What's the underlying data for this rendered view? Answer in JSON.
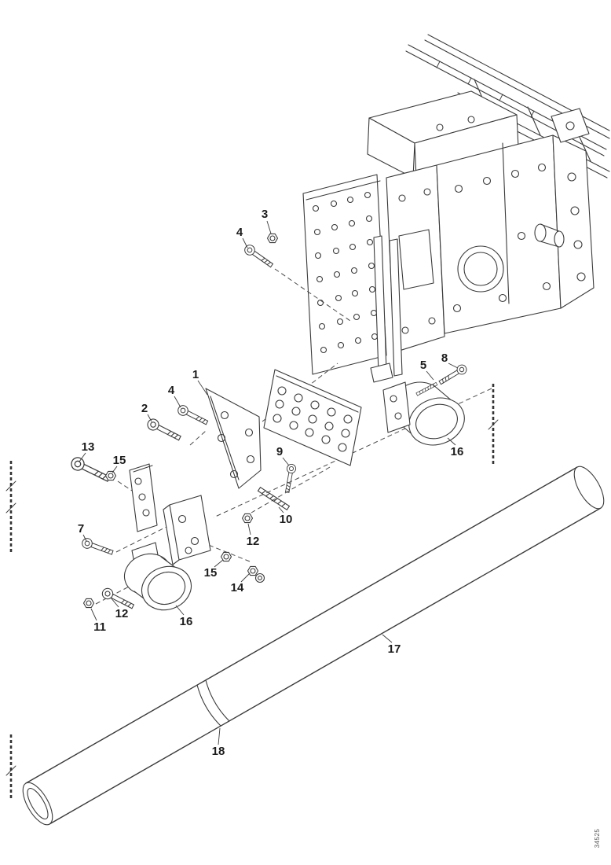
{
  "figure": {
    "doc_code": "34525",
    "background": "#ffffff",
    "line_color": "#3a3a3a",
    "callouts": [
      {
        "label": "3"
      },
      {
        "label": "4"
      },
      {
        "label": "1"
      },
      {
        "label": "4"
      },
      {
        "label": "2"
      },
      {
        "label": "8"
      },
      {
        "label": "5"
      },
      {
        "label": "16"
      },
      {
        "label": "9"
      },
      {
        "label": "13"
      },
      {
        "label": "15"
      },
      {
        "label": "10"
      },
      {
        "label": "12"
      },
      {
        "label": "7"
      },
      {
        "label": "15"
      },
      {
        "label": "14"
      },
      {
        "label": "12"
      },
      {
        "label": "11"
      },
      {
        "label": "16"
      },
      {
        "label": "17"
      },
      {
        "label": "18"
      }
    ]
  }
}
